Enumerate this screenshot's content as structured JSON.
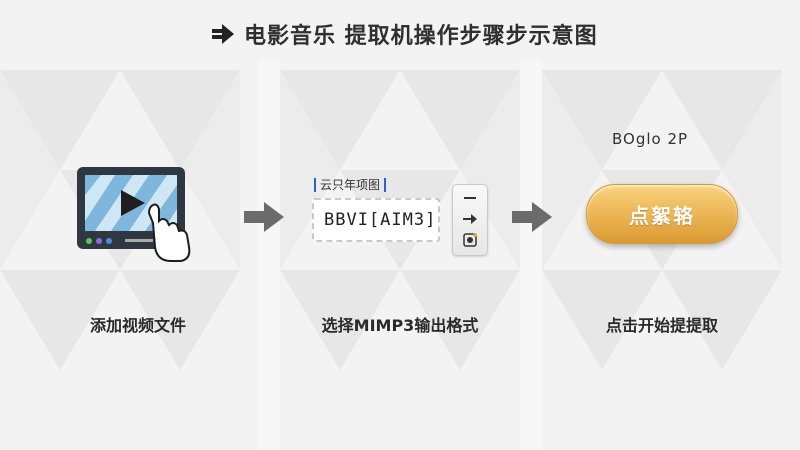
{
  "header": {
    "title": "电影音乐 提取机操作步骤步示意图",
    "icon": "arrow-right-icon"
  },
  "steps": [
    {
      "label": "添加视频文件",
      "icon": "video-file-icon"
    },
    {
      "label": "选择MIMP3输出格式",
      "icon": "format-select-icon"
    },
    {
      "label": "点击开始提提取",
      "icon": "extract-button-icon"
    }
  ],
  "format_panel": {
    "caption": "云只年项图",
    "value": "BBVI[AIM3]",
    "tools": [
      "minus-icon",
      "arrow-right-icon",
      "record-icon"
    ]
  },
  "extract_panel": {
    "small_text": "BOglo 2P",
    "button_label": "点絮辂"
  },
  "colors": {
    "accent_blue": "#2a63c5",
    "button_gold": "#e9b04e",
    "button_text": "#ffffff",
    "arrow_gray": "#6b6b6b",
    "background": "#f4f4f4"
  }
}
